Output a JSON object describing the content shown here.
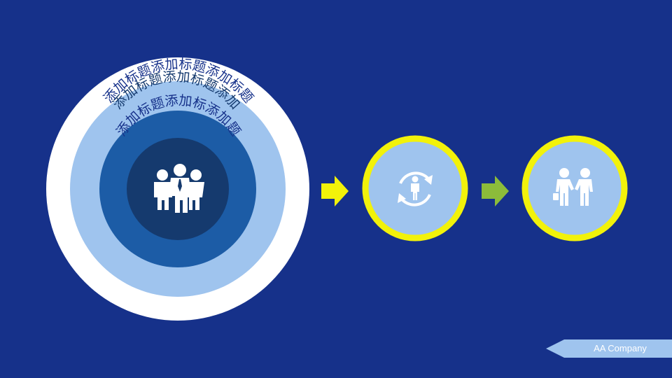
{
  "colors": {
    "background": "#16318a",
    "ring_outer": "#ffffff",
    "ring_2": "#9fc4ee",
    "ring_3": "#1c5ca6",
    "core": "#153a6e",
    "step_fill": "#9fc4ee",
    "step_border": "#f2f20a",
    "arrow_1": "#f2f20a",
    "arrow_2": "#8cbc3a",
    "icon": "#ffffff",
    "footer_tag": "#9fc4ee"
  },
  "rings": {
    "outer_label": "添加标题添加标题添加标题",
    "middle_label": "添加标题添加标题添加",
    "inner_label": "添加标题添加标添加题"
  },
  "core_icon": "team-icon",
  "steps": [
    {
      "icon": "person-refresh-icon"
    },
    {
      "icon": "handshake-icon"
    }
  ],
  "arrows": [
    {
      "icon": "arrow-right-icon",
      "color": "#f2f20a"
    },
    {
      "icon": "arrow-right-icon",
      "color": "#8cbc3a"
    }
  ],
  "footer": {
    "company": "AA Company"
  }
}
